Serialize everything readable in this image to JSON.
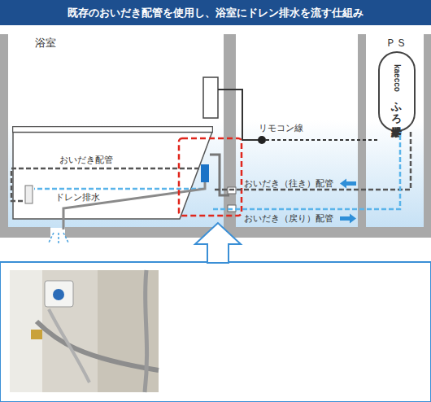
{
  "diagram": {
    "title": "既存のおいだき配管を使用し、浴室にドレン排水を流す仕組み",
    "nodes": [
      {
        "text": [
          "浴室"
        ]
      },
      {
        "text": [
          "おいだき配管",
          "ドレン排水"
        ],
        "in": 0
      },
      {
        "text": [
          "ＰＳ"
        ]
      },
      {
        "text": [
          "kaecco",
          "ふろ給湯器"
        ],
        "in": 2
      }
    ],
    "edges": [
      {
        "from": 3,
        "to": 1,
        "arrow": "to",
        "label": "おいだき（往き）配管"
      },
      {
        "from": 1,
        "to": 3,
        "arrow": "to",
        "label": "おいだき（戻り）配管"
      }
    ],
    "labels": [
      "リモコン線"
    ]
  }
}
